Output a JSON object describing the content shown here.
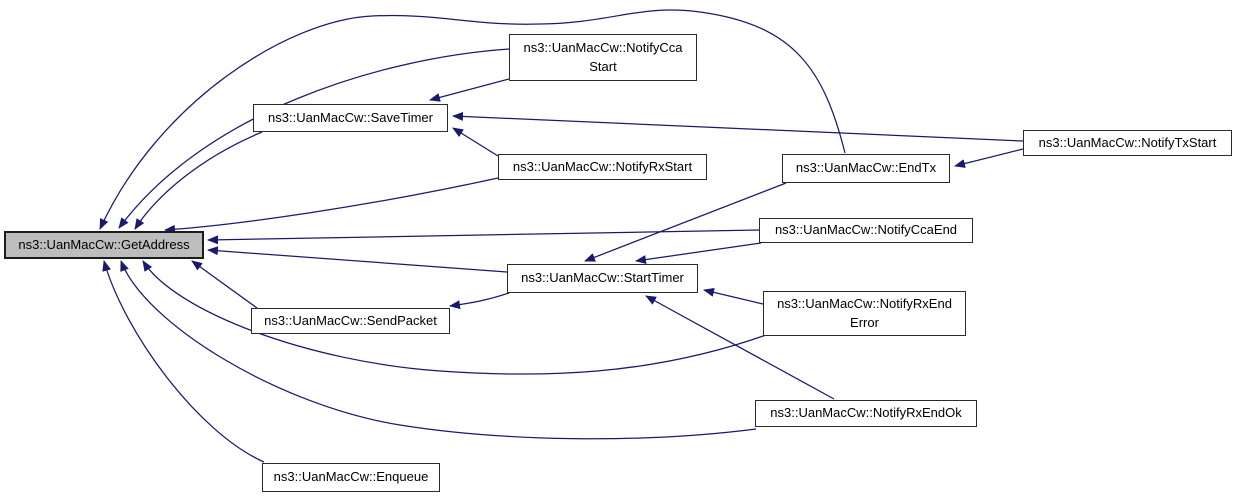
{
  "diagram": {
    "type": "doxygen-caller-graph",
    "root_function": "ns3::UanMacCw::GetAddress",
    "colors": {
      "edge": "#191970",
      "node_fill": "#ffffff",
      "node_border": "#2a2a2a",
      "root_fill": "#bdbdbd",
      "root_border": "#1c1c1c",
      "background": "#ffffff",
      "text": "#000000"
    },
    "nodes": [
      {
        "id": "get-address",
        "label": "ns3::UanMacCw::GetAddress",
        "highlighted": true
      },
      {
        "id": "notify-cca-start",
        "label": "ns3::UanMacCw::NotifyCca\nStart",
        "highlighted": false
      },
      {
        "id": "save-timer",
        "label": "ns3::UanMacCw::SaveTimer",
        "highlighted": false
      },
      {
        "id": "notify-rx-start",
        "label": "ns3::UanMacCw::NotifyRxStart",
        "highlighted": false
      },
      {
        "id": "end-tx",
        "label": "ns3::UanMacCw::EndTx",
        "highlighted": false
      },
      {
        "id": "notify-tx-start",
        "label": "ns3::UanMacCw::NotifyTxStart",
        "highlighted": false
      },
      {
        "id": "notify-cca-end",
        "label": "ns3::UanMacCw::NotifyCcaEnd",
        "highlighted": false
      },
      {
        "id": "start-timer",
        "label": "ns3::UanMacCw::StartTimer",
        "highlighted": false
      },
      {
        "id": "notify-rx-end-error",
        "label": "ns3::UanMacCw::NotifyRxEnd\nError",
        "highlighted": false
      },
      {
        "id": "send-packet",
        "label": "ns3::UanMacCw::SendPacket",
        "highlighted": false
      },
      {
        "id": "notify-rx-end-ok",
        "label": "ns3::UanMacCw::NotifyRxEndOk",
        "highlighted": false
      },
      {
        "id": "enqueue",
        "label": "ns3::UanMacCw::Enqueue",
        "highlighted": false
      }
    ],
    "edges": [
      {
        "from": "notify-cca-start",
        "to": "get-address"
      },
      {
        "from": "end-tx",
        "to": "get-address"
      },
      {
        "from": "save-timer",
        "to": "get-address"
      },
      {
        "from": "notify-rx-start",
        "to": "get-address"
      },
      {
        "from": "notify-cca-end",
        "to": "get-address"
      },
      {
        "from": "start-timer",
        "to": "get-address"
      },
      {
        "from": "send-packet",
        "to": "get-address"
      },
      {
        "from": "notify-rx-end-error",
        "to": "get-address"
      },
      {
        "from": "notify-rx-end-ok",
        "to": "get-address"
      },
      {
        "from": "enqueue",
        "to": "get-address"
      },
      {
        "from": "notify-cca-start",
        "to": "save-timer"
      },
      {
        "from": "notify-tx-start",
        "to": "save-timer"
      },
      {
        "from": "notify-rx-start",
        "to": "save-timer"
      },
      {
        "from": "notify-tx-start",
        "to": "end-tx"
      },
      {
        "from": "end-tx",
        "to": "start-timer"
      },
      {
        "from": "notify-cca-end",
        "to": "start-timer"
      },
      {
        "from": "notify-rx-end-error",
        "to": "start-timer"
      },
      {
        "from": "notify-rx-end-ok",
        "to": "start-timer"
      },
      {
        "from": "start-timer",
        "to": "send-packet"
      }
    ]
  }
}
